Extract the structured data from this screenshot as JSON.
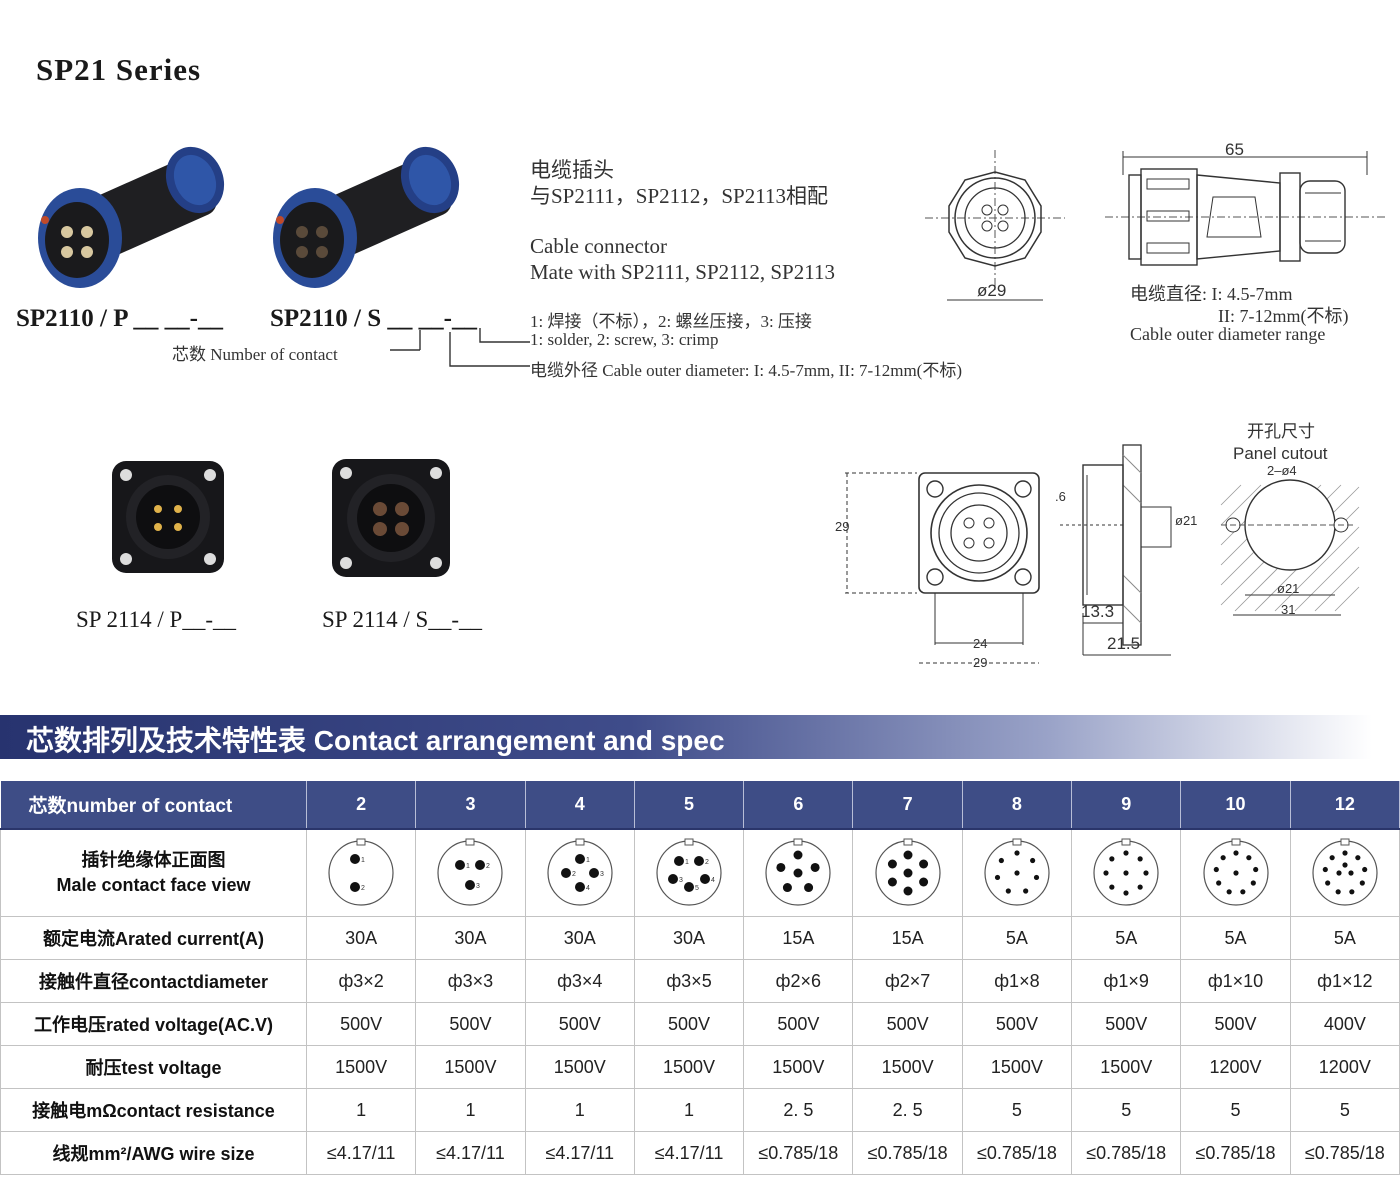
{
  "title": "SP21 Series",
  "cable": {
    "male_name": "SP2110 / P",
    "female_name": "SP2110 / S",
    "desc_cn_1": "电缆插头",
    "desc_cn_2": "与SP2111，SP2112，SP2113相配",
    "desc_en_1": "Cable connector",
    "desc_en_2": "Mate with SP2111, SP2112, SP2113",
    "note_1": "1: 焊接（不标），2: 螺丝压接，3: 压接",
    "note_2": "1: solder, 2: screw, 3: crimp",
    "note_3": "电缆外径 Cable outer diameter: I: 4.5-7mm, II: 7-12mm(不标)",
    "note_contacts": "芯数 Number of contact"
  },
  "cable_drawing": {
    "front_dim": "ø29",
    "length_dim": "65",
    "range_cn": "电缆直径: I: 4.5-7mm",
    "range_cn_2": "II: 7-12mm(不标)",
    "range_en": "Cable outer  diameter range"
  },
  "panel": {
    "male_name": "SP 2114 / P",
    "female_name": "SP 2114 / S"
  },
  "panel_drawing": {
    "dim_29_v": "29",
    "dim_24": "24",
    "dim_29_h": "29",
    "dim_6": ".6",
    "dim_21": "ø21",
    "dim_13_3": "13.3",
    "dim_21_5": "21.5",
    "cutout_cn": "开孔尺寸",
    "cutout_en": "Panel cutout",
    "cutout_holes": "2–ø4",
    "cutout_dia": "ø21",
    "cutout_width": "31"
  },
  "banner": "芯数排列及技术特性表 Contact arrangement and spec",
  "table": {
    "header_label": "芯数number of contact",
    "counts": [
      "2",
      "3",
      "4",
      "5",
      "6",
      "7",
      "8",
      "9",
      "10",
      "12"
    ],
    "face_label_cn": "插针绝缘体正面图",
    "face_label_en": "Male contact face view",
    "rows": [
      {
        "label": "额定电流Arated current(A)",
        "values": [
          "30A",
          "30A",
          "30A",
          "30A",
          "15A",
          "15A",
          "5A",
          "5A",
          "5A",
          "5A"
        ]
      },
      {
        "label": "接触件直径contactdiameter",
        "values": [
          "ф3×2",
          "ф3×3",
          "ф3×4",
          "ф3×5",
          "ф2×6",
          "ф2×7",
          "ф1×8",
          "ф1×9",
          "ф1×10",
          "ф1×12"
        ]
      },
      {
        "label": "工作电压rated voltage(AC.V)",
        "values": [
          "500V",
          "500V",
          "500V",
          "500V",
          "500V",
          "500V",
          "500V",
          "500V",
          "500V",
          "400V"
        ]
      },
      {
        "label": "耐压test voltage",
        "values": [
          "1500V",
          "1500V",
          "1500V",
          "1500V",
          "1500V",
          "1500V",
          "1500V",
          "1500V",
          "1200V",
          "1200V"
        ]
      },
      {
        "label": "接触电mΩcontact resistance",
        "values": [
          "1",
          "1",
          "1",
          "1",
          "2. 5",
          "2. 5",
          "5",
          "5",
          "5",
          "5"
        ]
      },
      {
        "label": "线规mm²/AWG wire size",
        "values": [
          "≤4.17/11",
          "≤4.17/11",
          "≤4.17/11",
          "≤4.17/11",
          "≤0.785/18",
          "≤0.785/18",
          "≤0.785/18",
          "≤0.785/18",
          "≤0.785/18",
          "≤0.785/18"
        ]
      }
    ]
  }
}
